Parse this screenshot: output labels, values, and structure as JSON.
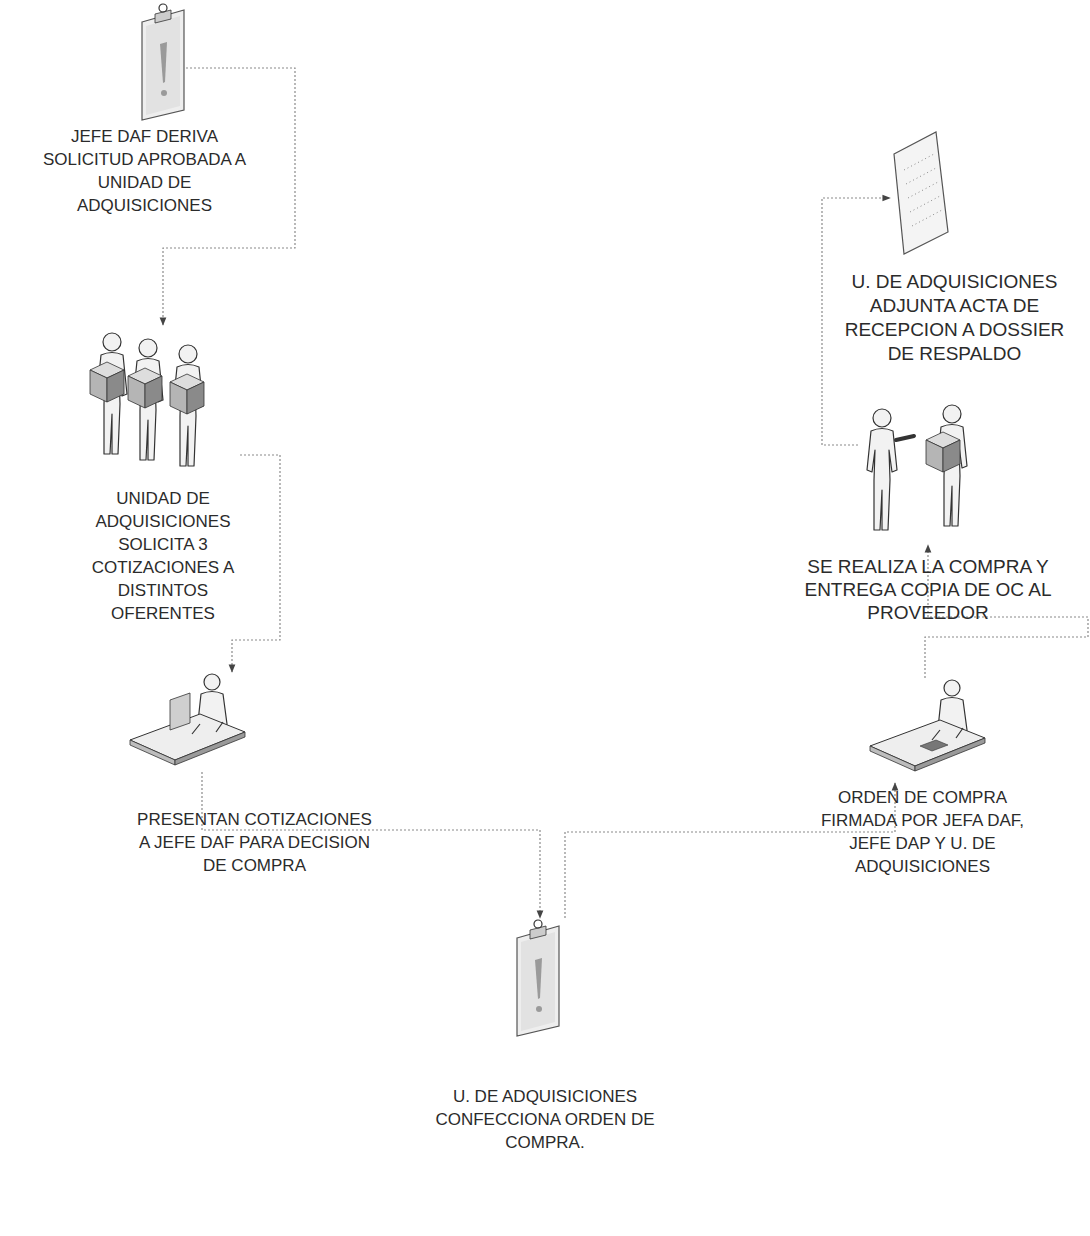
{
  "diagram": {
    "nodes": [
      {
        "text": [
          "JEFE DAF DERIVA SOLICITUD APROBADA A UNIDAD DE ADQUISICIONES"
        ]
      },
      {
        "text": [
          "UNIDAD DE ADQUISICIONES SOLICITA 3 COTIZACIONES A DISTINTOS OFERENTES"
        ]
      },
      {
        "text": [
          "PRESENTAN COTIZACIONES A JEFE DAF PARA DECISION DE COMPRA"
        ]
      },
      {
        "text": [
          "U. DE ADQUISICIONES CONFECCIONA ORDEN DE COMPRA."
        ]
      },
      {
        "text": [
          "ORDEN DE COMPRA FIRMADA POR JEFA DAF, JEFE DAP Y U. DE ADQUISICIONES"
        ]
      },
      {
        "text": [
          "SE REALIZA LA COMPRA Y ENTREGA COPIA DE OC AL PROVEEDOR"
        ]
      },
      {
        "text": [
          "U. DE ADQUISICIONES ADJUNTA ACTA DE RECEPCION A DOSSIER DE RESPALDO"
        ]
      }
    ],
    "edges": [
      {
        "from": 0,
        "to": 1,
        "arrow": "to"
      },
      {
        "from": 1,
        "to": 2,
        "arrow": "to"
      },
      {
        "from": 2,
        "to": 3,
        "arrow": "to"
      },
      {
        "from": 3,
        "to": 4,
        "arrow": "to"
      },
      {
        "from": 4,
        "to": 5,
        "arrow": "to"
      },
      {
        "from": 5,
        "to": 6,
        "arrow": "to"
      }
    ]
  }
}
